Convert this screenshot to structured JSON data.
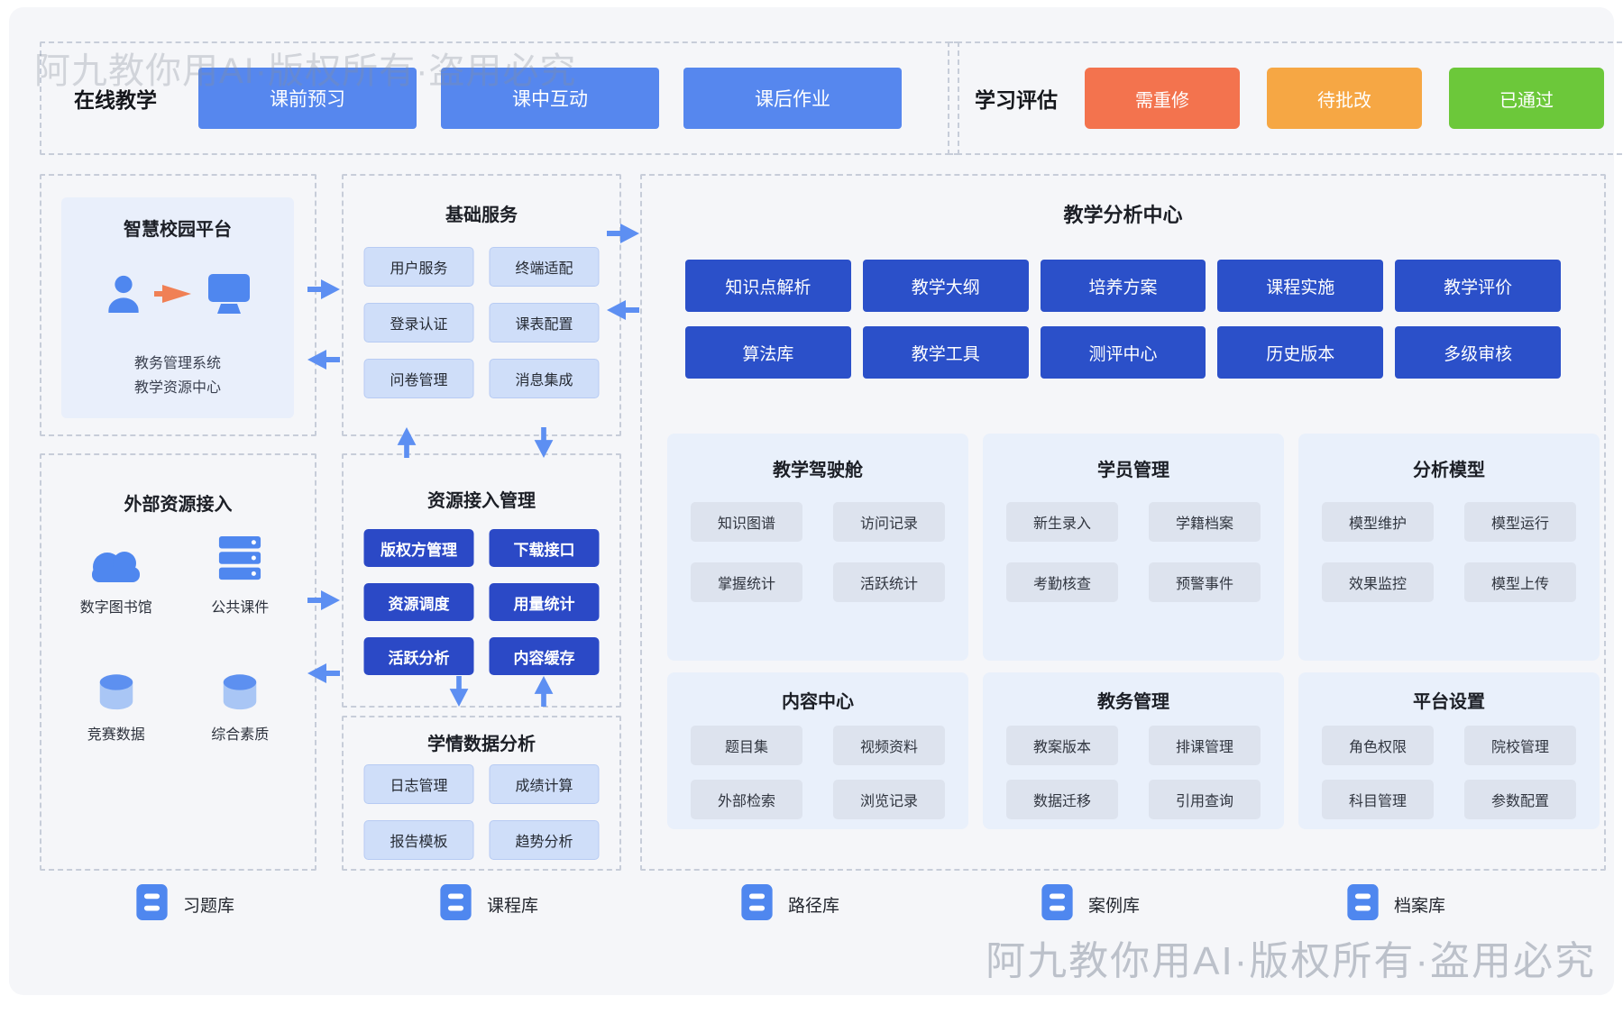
{
  "watermark_text": "阿九教你用AI·版权所有·盗用必究",
  "online_teaching": {
    "title": "在线教学",
    "buttons": [
      "课前预习",
      "课中互动",
      "课后作业"
    ]
  },
  "evaluation": {
    "title": "学习评估",
    "buttons": [
      {
        "label": "需重修",
        "color": "#f3734e"
      },
      {
        "label": "待批改",
        "color": "#f6a744"
      },
      {
        "label": "已通过",
        "color": "#6cc83a"
      }
    ]
  },
  "smart_campus": {
    "title": "智慧校园平台",
    "icons": [
      "user-icon",
      "flow-arrow-icon",
      "monitor-icon"
    ],
    "line1": "教务管理系统",
    "line2": "教学资源中心"
  },
  "external": {
    "title": "外部资源接入",
    "items": [
      {
        "label": "数字图书馆",
        "icon": "cloud-icon"
      },
      {
        "label": "公共课件",
        "icon": "server-icon"
      },
      {
        "label": "竞赛数据",
        "icon": "database-icon"
      },
      {
        "label": "综合素质",
        "icon": "database-icon"
      }
    ]
  },
  "basic_services": {
    "title": "基础服务",
    "items": [
      "用户服务",
      "终端适配",
      "登录认证",
      "课表配置",
      "问卷管理",
      "消息集成"
    ]
  },
  "resource_mgmt": {
    "title": "资源接入管理",
    "items": [
      "版权方管理",
      "下载接口",
      "资源调度",
      "用量统计",
      "活跃分析",
      "内容缓存"
    ]
  },
  "learning_data": {
    "title": "学情数据分析",
    "items": [
      "日志管理",
      "成绩计算",
      "报告模板",
      "趋势分析"
    ]
  },
  "analysis_center": {
    "title": "教学分析中心",
    "primary": [
      "知识点解析",
      "教学大纲",
      "培养方案",
      "课程实施",
      "教学评价",
      "算法库",
      "教学工具",
      "测评中心",
      "历史版本",
      "多级审核"
    ],
    "panels": [
      {
        "title": "教学驾驶舱",
        "items": [
          "知识图谱",
          "访问记录",
          "掌握统计",
          "活跃统计"
        ]
      },
      {
        "title": "学员管理",
        "items": [
          "新生录入",
          "学籍档案",
          "考勤核查",
          "预警事件"
        ]
      },
      {
        "title": "分析模型",
        "items": [
          "模型维护",
          "模型运行",
          "效果监控",
          "模型上传"
        ]
      },
      {
        "title": "内容中心",
        "items": [
          "题目集",
          "视频资料",
          "外部检索",
          "浏览记录"
        ]
      },
      {
        "title": "教务管理",
        "items": [
          "教案版本",
          "排课管理",
          "数据迁移",
          "引用查询"
        ]
      },
      {
        "title": "平台设置",
        "items": [
          "角色权限",
          "院校管理",
          "科目管理",
          "参数配置"
        ]
      }
    ]
  },
  "legend": {
    "icon": "library-icon",
    "items": [
      "习题库",
      "课程库",
      "路径库",
      "案例库",
      "档案库"
    ]
  },
  "colors": {
    "primary_blue": "#5687ee",
    "dark_blue": "#2b49c6",
    "deep_blue": "#2b50c9",
    "light_chip": "#cfdef9",
    "panel_bg": "#e9f0fb",
    "chip_gray": "#dde3ee",
    "red": "#f3734e",
    "orange": "#f6a744",
    "green": "#6cc83a",
    "arrow_blue": "#5d8ff2"
  }
}
